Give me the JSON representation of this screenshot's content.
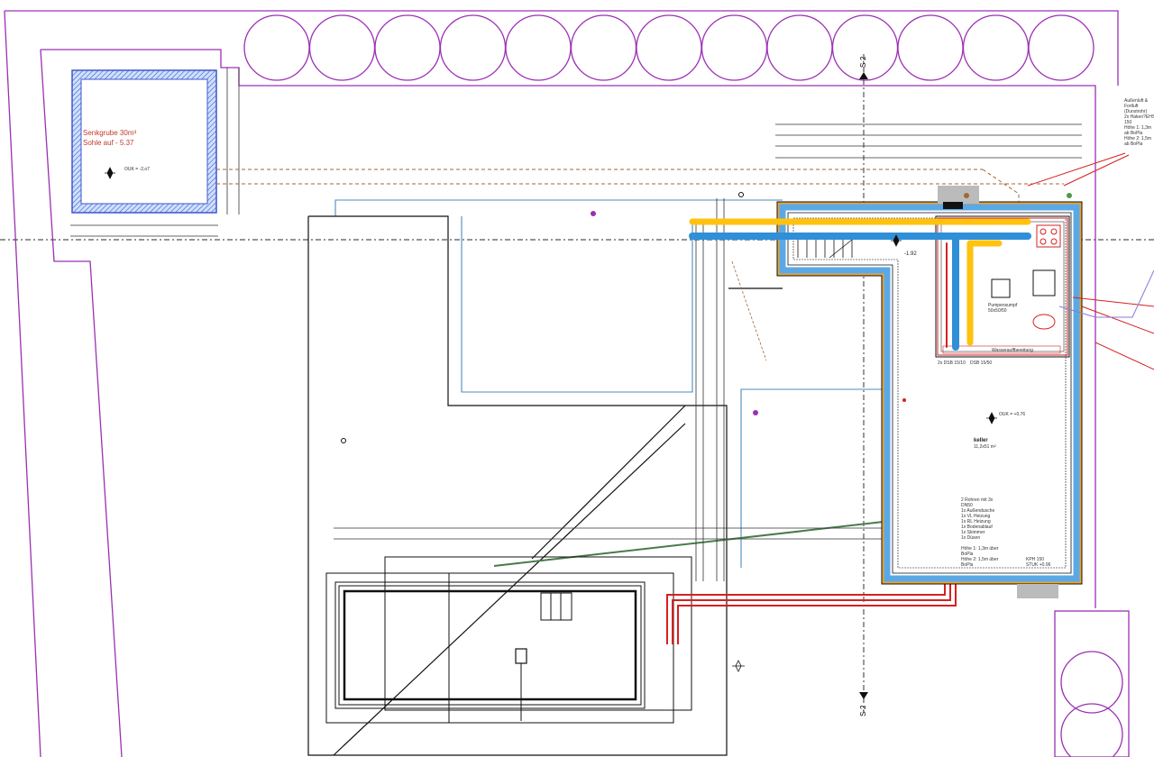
{
  "septic": {
    "line1": "Senkgrube 30m³",
    "line2": "Sohle auf - 5.37",
    "level": "OUK = -2,o7"
  },
  "section": {
    "top": "S-2",
    "bottom": "S-2"
  },
  "labels": {
    "pump": "Pumpensumpf",
    "pump_dim": "50x50/50",
    "level_mid": "-1.92",
    "level_room": "OUK = +0.76",
    "room_name": "keller",
    "room_area": "11,2x51 m²",
    "kph": "KPH 150",
    "stuk": "STUK +0.96",
    "wds": "Wasserauffbereitung",
    "dsb1": "2x DSB 15/10",
    "dsb2": "DSB 15/50"
  },
  "notes": {
    "left_lines": [
      "2 Rohren mit 3x",
      "DN50",
      "1x Außendusche",
      "1x VL Heizung",
      "1x RL Heizung",
      "1x Bodenablauf",
      "1x Skimmer",
      "1x Düsen",
      "",
      "Höhe 1: 1,3m über",
      "BoPla",
      "Höhe 2: 1,5m über",
      "BoPla"
    ],
    "right_lines": [
      "Außenluft &",
      "Fortluft",
      "(Dunstrohr)",
      "2x Haken?EHS",
      "150",
      "Höhe 1: 1,3m",
      "ab BoPla",
      "Höhe 2: 1,5m",
      "ab BoPla"
    ]
  },
  "colors": {
    "purple": "#9b30b3",
    "blue_pipe": "#2f8fd8",
    "yellow_pipe": "#ffc20e",
    "red_pipe": "#d62020",
    "wall_orange": "#e8a23a",
    "wall_blue": "#5aa9e6",
    "septic_blue": "#3e57c9",
    "green": "#4a7a4a"
  }
}
